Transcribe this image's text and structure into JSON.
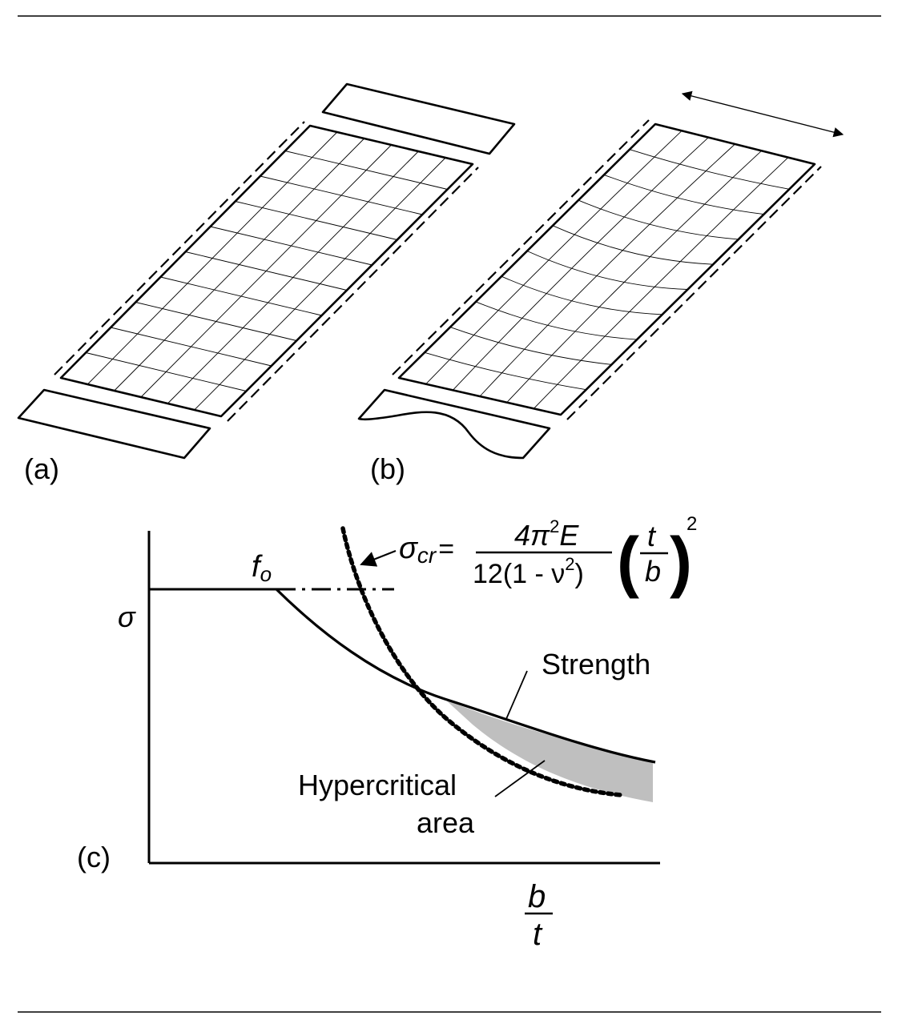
{
  "figure": {
    "panel_a_label": "(a)",
    "panel_b_label": "(b)",
    "panel_c_label": "(c)"
  },
  "graph": {
    "y_axis_label": "σ",
    "x_axis_label_numerator": "b",
    "x_axis_label_denominator": "t",
    "yield_label_base": "f",
    "yield_label_sub": "o",
    "formula": {
      "lhs_sym": "σ",
      "lhs_sub": "cr",
      "equals": "=",
      "numerator_main": "4π",
      "numerator_exp": "2",
      "numerator_rest": "E",
      "denominator_main": "12(1 - ν",
      "denominator_exp": "2",
      "denominator_close": ")",
      "ratio_num": "t",
      "ratio_den": "b",
      "outer_exp": "2"
    },
    "strength_label": "Strength",
    "hypercritical_line1": "Hypercritical",
    "hypercritical_line2": "area"
  },
  "colors": {
    "line": "#000000",
    "shade": "#bfbfbf",
    "background": "#ffffff"
  }
}
